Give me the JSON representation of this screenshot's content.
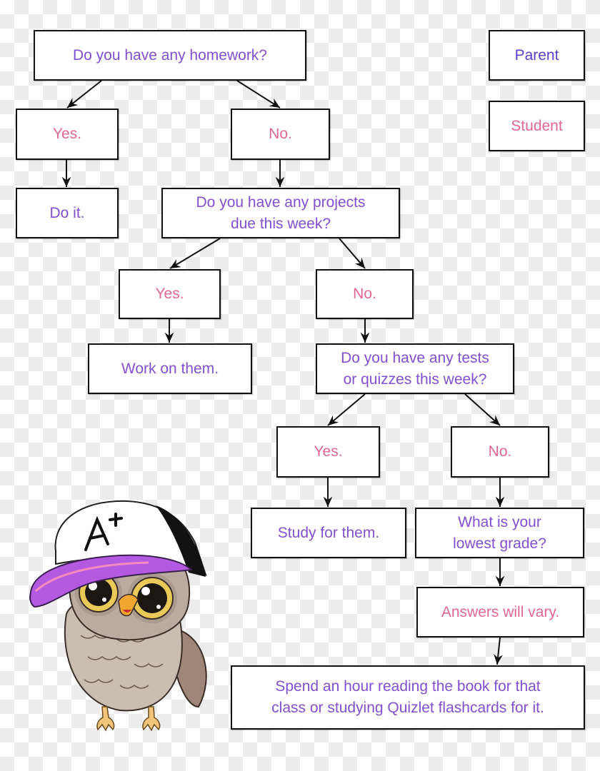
{
  "legend": {
    "parent_label": "Parent",
    "student_label": "Student",
    "parent_color": "#5a3fcc",
    "student_color": "#e0688f"
  },
  "colors": {
    "parent_text": "#8150cf",
    "student_text": "#e0688f",
    "border": "#111111",
    "owl_cap_brim": "#b35ae0"
  },
  "nodes": {
    "homework_question": "Do you have any homework?",
    "homework_yes": "Yes.",
    "homework_no": "No.",
    "homework_action": "Do it.",
    "projects_question": "Do you have any projects\ndue this week?",
    "projects_yes": "Yes.",
    "projects_no": "No.",
    "projects_action": "Work on them.",
    "tests_question": "Do you have any tests\nor quizzes this week?",
    "tests_yes": "Yes.",
    "tests_no": "No.",
    "tests_action": "Study for them.",
    "grade_question": "What is your\nlowest grade?",
    "grade_answer": "Answers will vary.",
    "final_action": "Spend an hour reading the book for that\nclass or studying Quizlet flashcards for it."
  },
  "illustration": {
    "subject": "owl-mascot",
    "cap_text": "A+"
  }
}
